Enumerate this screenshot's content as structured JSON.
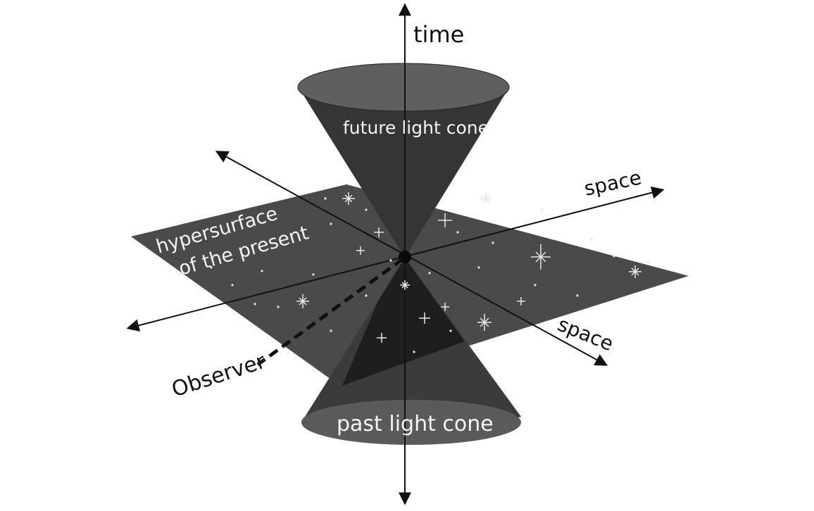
{
  "labels": {
    "time_axis": "time",
    "space_axis_right": "space",
    "space_axis_front": "space",
    "future_cone": "future light cone",
    "past_cone": "past light cone",
    "hypersurface_line1": "hypersurface",
    "hypersurface_line2": "of the present",
    "observer": "Observer"
  },
  "colors": {
    "background": "#ffffff",
    "plane": "#4a4a4a",
    "cone_top_rim": "#5f5f5f",
    "cone_body": "#3a3a3a",
    "cone_inner_dark": "#1e1e1e",
    "past_cone_bottom": "#5a5a5a",
    "axis_line": "#111111",
    "star": "#e8e8e8"
  }
}
